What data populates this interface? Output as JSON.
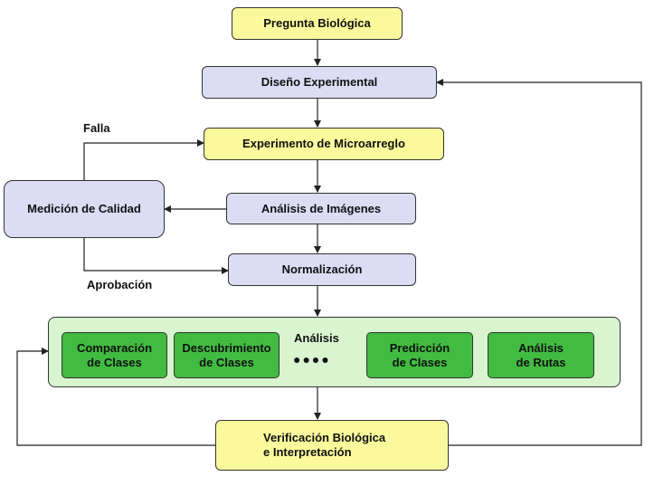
{
  "nodes": {
    "pregunta": "Pregunta Biológica",
    "diseno": "Diseño Experimental",
    "experimento": "Experimento de Microarreglo",
    "imagenes": "Análisis de Imágenes",
    "normalizacion": "Normalización",
    "calidad": "Medición de Calidad",
    "verificacion": "Verificación Biológica\ne Interpretación"
  },
  "analisis": {
    "title": "Análisis",
    "ellipsis": "●●●●",
    "methods": [
      "Comparación\nde Clases",
      "Descubrimiento\nde Clases",
      "Predicción\nde Clases",
      "Análisis\nde Rutas"
    ]
  },
  "edge_labels": {
    "falla": "Falla",
    "aprobacion": "Aprobación"
  },
  "colors": {
    "yellow": "#fafa9c",
    "lavender": "#dcdcf4",
    "panel": "#d8f5d0",
    "method": "#41bb41",
    "line": "#222222"
  }
}
